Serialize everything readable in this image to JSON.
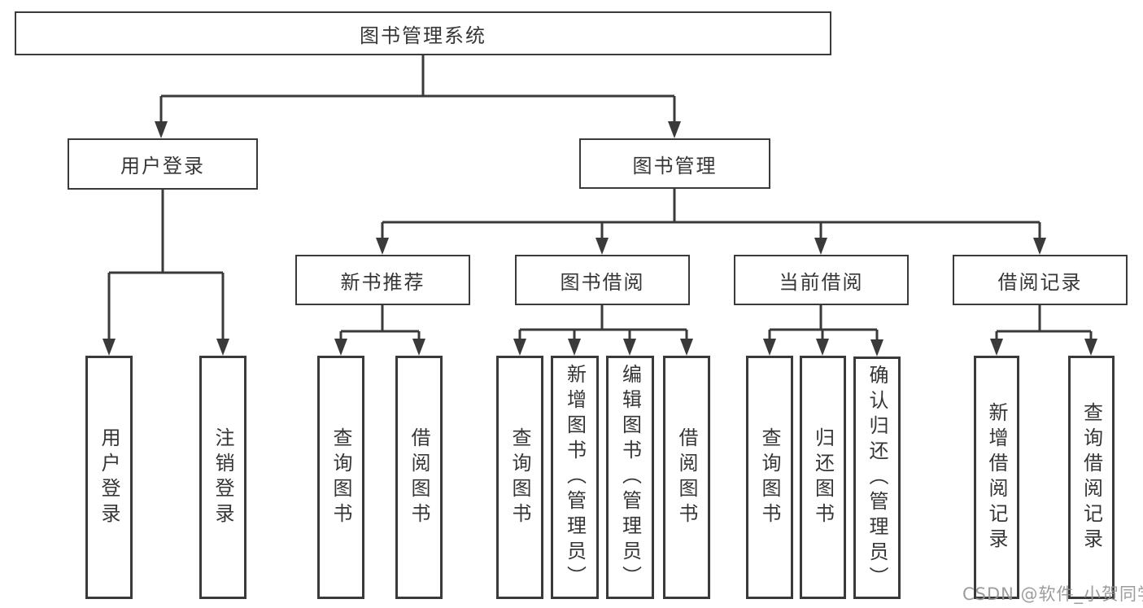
{
  "diagram": {
    "title": "图书管理系统",
    "colors": {
      "line": "#3a3a3a",
      "box_border": "#3a3a3a",
      "text": "#363636",
      "background": "#ffffff",
      "watermark": "#949494"
    },
    "nodes": {
      "root": "图书管理系统",
      "user_login": "用户登录",
      "book_mgmt": "图书管理",
      "new_book_rec": "新书推荐",
      "book_borrow": "图书借阅",
      "current_borrow": "当前借阅",
      "borrow_records": "借阅记录",
      "login": "用户登录",
      "logout": "注销登录",
      "rec_query_book": "查询图书",
      "rec_borrow_book": "借阅图书",
      "bb_query_book": "查询图书",
      "bb_add_book": "新增图书（管理员）",
      "bb_edit_book": "编辑图书（管理员）",
      "bb_borrow_book": "借阅图书",
      "cb_query_book": "查询图书",
      "cb_return_book": "归还图书",
      "cb_confirm_return": "确认归还（管理员）",
      "br_add_record": "新增借阅记录",
      "br_query_record": "查询借阅记录"
    },
    "watermark": "CSDN @软件_小贺同学"
  }
}
